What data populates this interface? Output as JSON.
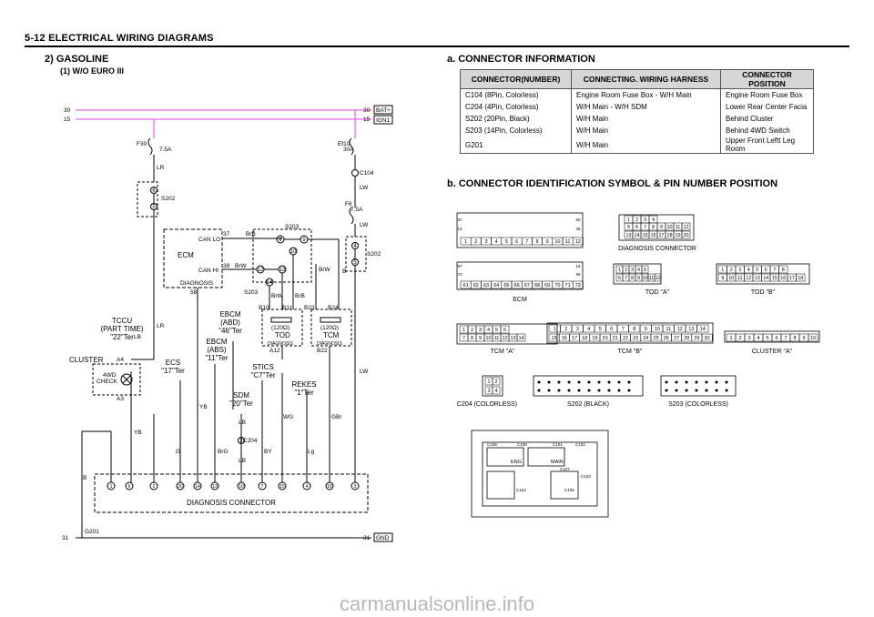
{
  "header": {
    "title": "5-12  ELECTRICAL WIRING DIAGRAMS"
  },
  "diagram": {
    "section_title": "2)  GASOLINE",
    "subsection": "(1)  W/O EURO III",
    "rails": {
      "left_30": "30",
      "left_15": "15",
      "right_30": "30",
      "right_15": "15",
      "bat": "BAT+",
      "ign": "IGN1",
      "left_31": "31",
      "right_31": "31",
      "gnd": "GND"
    },
    "fuses": {
      "f30": "F30",
      "f30_amp": "7.5A",
      "ef10": "Ef10",
      "ef10_amp": "30A",
      "f6": "F6",
      "f6_amp": "7.5A"
    },
    "connectors": {
      "c104": "C104",
      "c204": "C204",
      "s202": "S202",
      "s202_right": "S202",
      "s203_top": "S203",
      "s203_bottom": "S203",
      "g201": "G201"
    },
    "wires": {
      "lr": "LR",
      "lr2": "LR",
      "lb": "LB",
      "yb": "YB",
      "yb2": "YB",
      "lw": "LW",
      "lw2": "LW",
      "lw3": "LW",
      "brb": "BrB",
      "brw": "BrW",
      "brw2": "BrW",
      "brw3": "BrW",
      "brb2": "BrB",
      "brg": "BrG",
      "lb2": "LB",
      "lb3": "LB",
      "wg": "WG",
      "by": "BY",
      "lg": "Lg",
      "gbr": "GBr",
      "b": "B",
      "g": "G"
    },
    "ecm": {
      "label": "ECM",
      "can_lo": "CAN LO",
      "can_hi": "CAN HI",
      "diag": "DIAGNOSIS",
      "p37": "37",
      "p38": "38",
      "p58": "58"
    },
    "tod": {
      "label": "TOD",
      "ohm": "(120Ω)",
      "diag": "DIAGNOSIS",
      "b10": "B10",
      "b11": "B11",
      "a12": "A12"
    },
    "tcm": {
      "label": "TCM",
      "ohm": "(120Ω)",
      "diag": "DIAGNOSIS",
      "b23": "B23",
      "b24": "B24",
      "b22": "B22"
    },
    "splice_pins": {
      "p8": "8",
      "p9": "9",
      "p10": "10",
      "p12": "12",
      "p13": "13",
      "p14": "14",
      "p6": "6",
      "p5": "5",
      "p4": "4",
      "p2": "2"
    },
    "modules": {
      "tccu": [
        "TCCU",
        "(PART TIME)",
        "\"22\"Ter"
      ],
      "ebcm_abs": [
        "EBCM",
        "(ABD)",
        "\"46\"Ter"
      ],
      "ebcm": [
        "EBCM",
        "(ABS)",
        "\"11\"Ter"
      ],
      "ecs": [
        "ECS",
        "\"17\"Ter"
      ],
      "sdm": [
        "SDM",
        "\"20\"Ter"
      ],
      "stics": [
        "STICS",
        "\"C7\"Ter"
      ],
      "rekes": [
        "REKES",
        "\"1\"Ter"
      ]
    },
    "cluster": {
      "label": "CLUSTER",
      "a4": "A4",
      "a3": "A3",
      "check": [
        "4WD",
        "CHECK"
      ]
    },
    "diag_conn": {
      "label": "DIAGNOSIS CONNECTOR",
      "pins": [
        "1",
        "6",
        "2",
        "20",
        "14",
        "13",
        "10",
        "7",
        "15",
        "4",
        "16",
        "3"
      ]
    }
  },
  "connector_info": {
    "title": "a.  CONNECTOR  INFORMATION",
    "columns": [
      "CONNECTOR(NUMBER)",
      "CONNECTING. WIRING HARNESS",
      "CONNECTOR POSITION"
    ],
    "rows": [
      [
        "C104 (8Pin, Colorless)",
        "Engine Room Fuse Box - W/H Main",
        "Engine Room Fuse Box"
      ],
      [
        "C204 (4Pin, Colorless)",
        "W/H Main  -  W/H SDM",
        "Lower Rear Center Facia"
      ],
      [
        "S202 (20Pin, Black)",
        "W/H Main",
        "Behind Cluster"
      ],
      [
        "S203 (14Pin, Colorless)",
        "W/H Main",
        "Behind 4WD Switch"
      ],
      [
        "G201",
        "W/H Main",
        "Upper Front Leftt Leg Room"
      ]
    ]
  },
  "connector_id": {
    "title": "b.  CONNECTOR  IDENTIFICATION  SYMBOL  &  PIN  NUMBER  POSITION",
    "ecm": {
      "label": "ECM",
      "row1": [
        "1",
        "2",
        "3",
        "4",
        "5",
        "6",
        "7",
        "8",
        "9",
        "10",
        "11",
        "12"
      ],
      "row2": [
        "61",
        "62",
        "63",
        "64",
        "65",
        "66",
        "67",
        "68",
        "69",
        "70",
        "71",
        "72"
      ],
      "side": [
        "37",
        "13",
        "60",
        "36",
        "97",
        "73",
        "16",
        "96"
      ]
    },
    "diag": {
      "label": "DIAGNOSIS  CONNECTOR",
      "r1": [
        "1",
        "2",
        "3",
        "4"
      ],
      "r2": [
        "5",
        "6",
        "7",
        "8",
        "9",
        "10",
        "11",
        "12"
      ],
      "r3": [
        "13",
        "14",
        "15",
        "16",
        "17",
        "18",
        "19",
        "20"
      ]
    },
    "tod_a": {
      "label": "TOD \"A\"",
      "r1": [
        "1",
        "2",
        "3",
        "4",
        "5"
      ],
      "r2": [
        "6",
        "7",
        "8",
        "9",
        "10",
        "11",
        "12"
      ]
    },
    "tod_b": {
      "label": "TOD \"B\"",
      "r1": [
        "1",
        "2",
        "3",
        "4",
        "5",
        "6",
        "7",
        "8"
      ],
      "r2": [
        "9",
        "10",
        "11",
        "12",
        "13",
        "14",
        "15",
        "16",
        "17",
        "18"
      ]
    },
    "tcm_a": {
      "label": "TCM \"A\"",
      "r1": [
        "1",
        "2",
        "3",
        "4",
        "5",
        "6"
      ],
      "r2": [
        "7",
        "8",
        "9",
        "10",
        "11",
        "12",
        "13",
        "14"
      ]
    },
    "tcm_b": {
      "label": "TCM \"B\"",
      "r1": [
        "1",
        "2",
        "3",
        "4",
        "5",
        "6",
        "7",
        "8",
        "9",
        "10",
        "11",
        "12",
        "13",
        "14"
      ],
      "r2": [
        "15",
        "16",
        "17",
        "18",
        "19",
        "20",
        "21",
        "22",
        "23",
        "24",
        "25",
        "26",
        "27",
        "28",
        "29",
        "30"
      ]
    },
    "cluster_a": {
      "label": "CLUSTER \"A\"",
      "r1": [
        "1",
        "2",
        "3",
        "4",
        "5",
        "6",
        "7",
        "8",
        "9",
        "10"
      ]
    },
    "c204": {
      "label": "C204  (COLORLESS)",
      "r1": [
        "1",
        "2"
      ],
      "r2": [
        "3",
        "4"
      ]
    },
    "s202": {
      "label": "S202  (BLACK)"
    },
    "s203": {
      "label": "S203  (COLORLESS)"
    },
    "fusebox": {
      "labels": [
        "C108",
        "C106",
        "C101",
        "C102",
        "C107",
        "C103",
        "C104",
        "C105",
        "ENG",
        "MAIN"
      ]
    }
  },
  "footer": {
    "watermark": "carmanualsonline.info"
  }
}
